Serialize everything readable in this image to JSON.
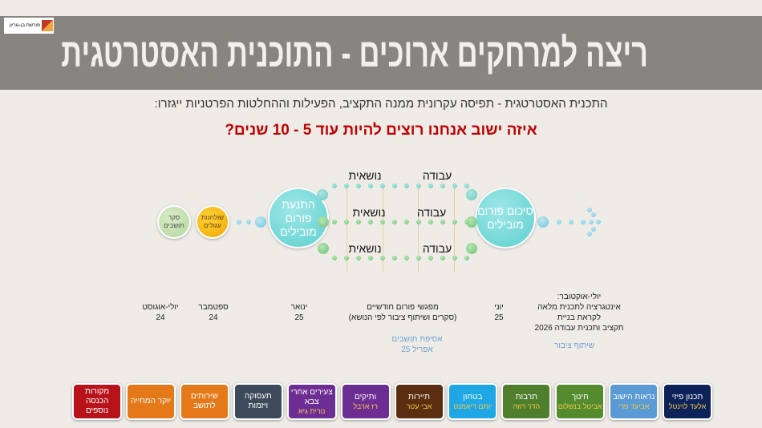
{
  "header": {
    "title": "ריצה למרחקים ארוכים - התוכנית האסטרטגית",
    "logo_text": "מורשת בן-גוריון"
  },
  "subtitle": "התכנית האסטרטגית - תפיסה עקרונית ממנה התקציב, הפעילות וההחלטות הפרטניות ייגזרו:",
  "question": "איזה ישוב אנחנו רוצים להיות עוד 5 - 10 שנים?",
  "diagram": {
    "survey": "סקר תושבים",
    "round_tables": "שולחנות עגולים",
    "kickoff": "התנעת פורום מובילים",
    "summary": "סיכום פורום מובילים",
    "topic_label": "נושאית",
    "work_label": "עבודה"
  },
  "timeline": {
    "jul_aug": {
      "month": "יולי-אוגוסט",
      "year": "24"
    },
    "sep": {
      "month": "ספטמבר",
      "year": "24"
    },
    "jan": {
      "month": "ינואר",
      "year": "25"
    },
    "meetings": {
      "line1": "מפגשי פורום חודשיים",
      "line2": "(סקרים ושיתוף ציבור לפי הנושא)"
    },
    "assembly": {
      "line1": "אסיפת תושבים",
      "line2": "אפריל 25"
    },
    "jun": {
      "month": "יוני",
      "year": "25"
    },
    "jul_oct": {
      "line1": "יולי-אוקטובר:",
      "line2": "אינטגרציה לתכנית מלאה",
      "line3": "לקראת בניית",
      "line4": "תקציב ותכנית עבודה 2026"
    },
    "participation": "שיתוף ציבור"
  },
  "topics": [
    {
      "title": "תכנון פיזי",
      "owner": "אלעד לוינטל",
      "color": "#0d2259"
    },
    {
      "title": "נראות הישוב",
      "owner": "אביעד פרי",
      "color": "#5b9bd5"
    },
    {
      "title": "חינוך",
      "owner": "אביטל בנשלום",
      "color": "#548b2f"
    },
    {
      "title": "תרבות",
      "owner": "הדר רוזה",
      "color": "#4f7f2c"
    },
    {
      "title": "בטחון",
      "owner": "יותם דיאמנט",
      "color": "#1ea7e4"
    },
    {
      "title": "תיירות",
      "owner": "אבי עטר",
      "color": "#5a2e0e"
    },
    {
      "title": "ותיקים",
      "owner": "רז ארבל",
      "color": "#6d2e94"
    },
    {
      "title": "צעירים אחרי צבא",
      "owner": "נורית גיא",
      "color": "#6d2e94"
    },
    {
      "title": "תעסוקה ויזמות",
      "owner": "",
      "color": "#3d4a5c"
    },
    {
      "title": "שירותים לתושב",
      "owner": "",
      "color": "#e5791a"
    },
    {
      "title": "יוקר המחייה",
      "owner": "",
      "color": "#e5791a"
    },
    {
      "title": "מקורות הכנסה נוספים",
      "owner": "",
      "color": "#b8121b"
    }
  ]
}
